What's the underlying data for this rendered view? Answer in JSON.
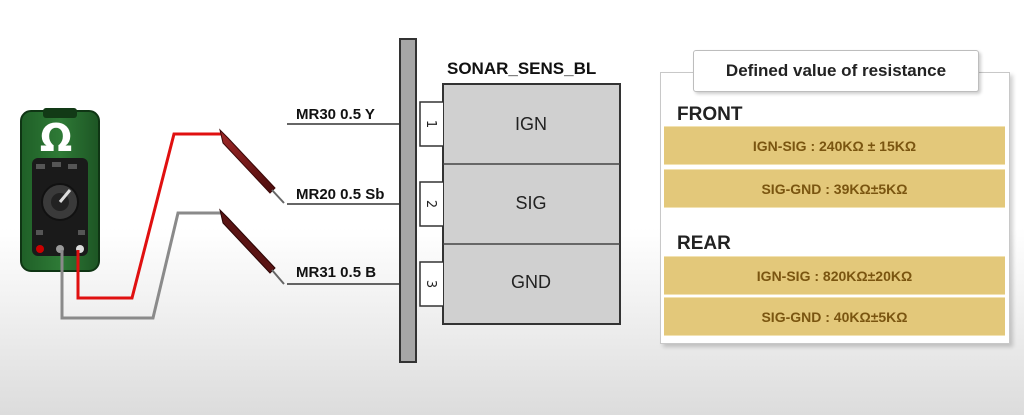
{
  "connector": {
    "name": "SONAR_SENS_BL",
    "pins": [
      {
        "num": "1",
        "label": "IGN",
        "wire": "MR30 0.5 Y"
      },
      {
        "num": "2",
        "label": "SIG",
        "wire": "MR20 0.5 Sb"
      },
      {
        "num": "3",
        "label": "GND",
        "wire": "MR31 0.5 B"
      }
    ]
  },
  "meter": {
    "symbol": "Ω",
    "icon": "multimeter-icon",
    "lead_colors": {
      "red": "#e01010",
      "gray": "#8a8a8a"
    }
  },
  "resistance_spec": {
    "title": "Defined value of resistance",
    "front": {
      "heading": "FRONT",
      "rows": [
        "IGN-SIG : 240KΩ ± 15KΩ",
        "SIG-GND : 39KΩ±5KΩ"
      ]
    },
    "rear": {
      "heading": "REAR",
      "rows": [
        "IGN-SIG : 820KΩ±20KΩ",
        "SIG-GND : 40KΩ±5KΩ"
      ]
    }
  },
  "colors": {
    "spec_row_bg": "#e3c87a",
    "spec_row_text": "#7a5510",
    "connector_fill": "#d0d0d0",
    "panel_bar": "#a6a6a6"
  }
}
